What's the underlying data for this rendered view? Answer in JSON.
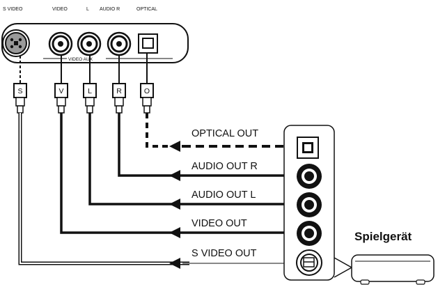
{
  "panel": {
    "labels": {
      "svideo": "S VIDEO",
      "video": "VIDEO",
      "l": "L",
      "audio_r": "AUDIO R",
      "optical": "OPTICAL",
      "video_aux": "VIDEO AUX"
    }
  },
  "plugs": {
    "s": "S",
    "v": "V",
    "l": "L",
    "r": "R",
    "o": "O"
  },
  "outputs": {
    "optical": "OPTICAL OUT",
    "audio_r": "AUDIO OUT R",
    "audio_l": "AUDIO OUT L",
    "video": "VIDEO OUT",
    "svideo": "S VIDEO OUT"
  },
  "device": {
    "label": "Spielgerät"
  }
}
